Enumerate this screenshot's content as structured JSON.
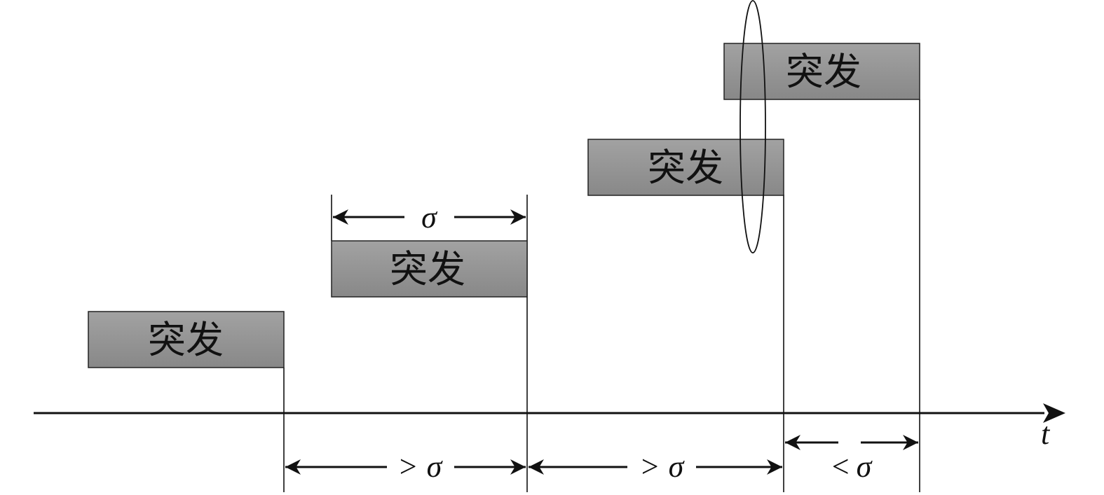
{
  "colors": {
    "burst_fill_top": "#a0a0a0",
    "burst_fill_bottom": "#8a8a8a",
    "stroke": "#111111"
  },
  "axis": {
    "label": "t"
  },
  "bursts": [
    {
      "label": "突发"
    },
    {
      "label": "突发"
    },
    {
      "label": "突发"
    },
    {
      "label": "突发"
    }
  ],
  "dimensions": {
    "burst_width": {
      "label": "σ"
    },
    "gap1": {
      "op": ">",
      "sym": "σ"
    },
    "gap2": {
      "op": ">",
      "sym": "σ"
    },
    "gap3": {
      "op": "<",
      "sym": "σ"
    }
  }
}
